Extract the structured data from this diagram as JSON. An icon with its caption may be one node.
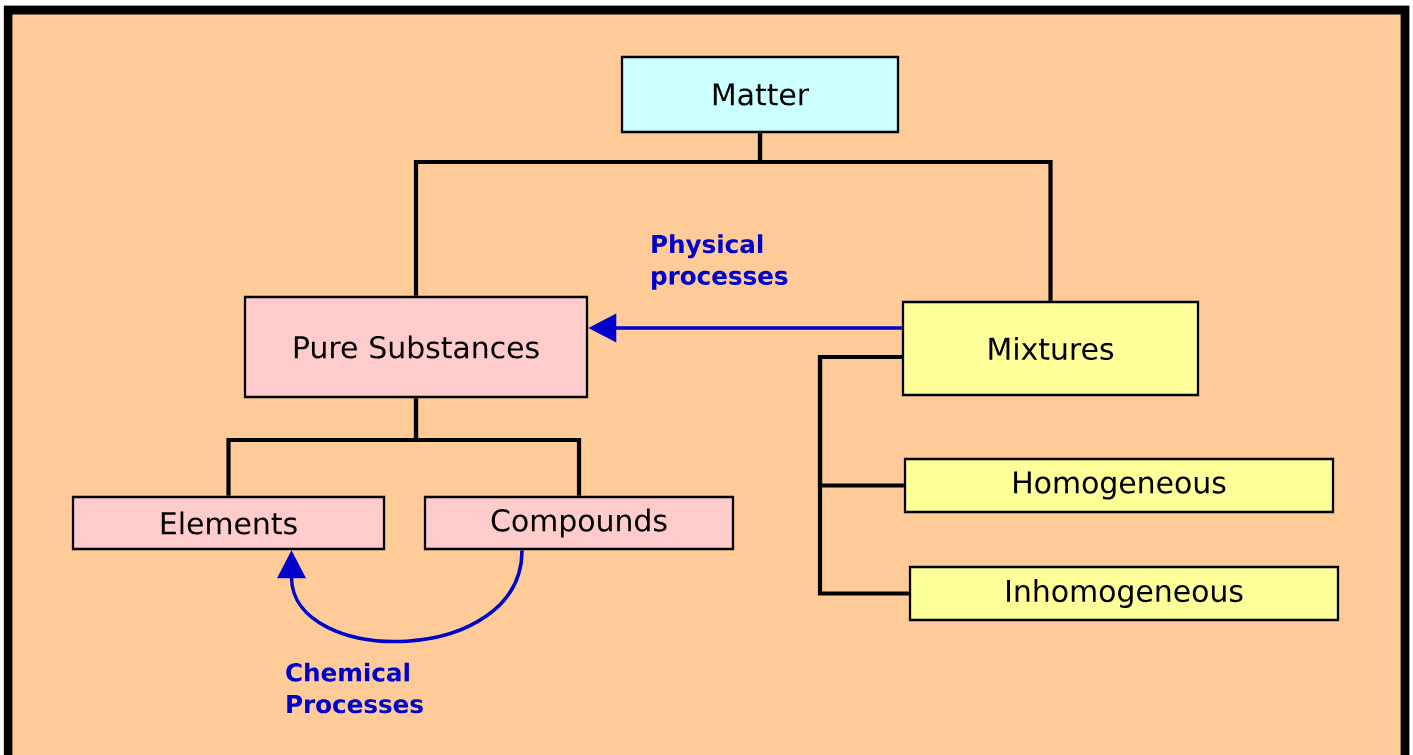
{
  "diagram": {
    "nodes": [
      {
        "text": [
          "Matter"
        ]
      },
      {
        "text": [
          "Pure Substances"
        ]
      },
      {
        "text": [
          "Mixtures"
        ]
      },
      {
        "text": [
          "Elements"
        ]
      },
      {
        "text": [
          "Compounds"
        ]
      },
      {
        "text": [
          "Homogeneous"
        ]
      },
      {
        "text": [
          "Inhomogeneous"
        ]
      }
    ],
    "edges": [
      {
        "from": 0,
        "to": 1,
        "arrow": "none"
      },
      {
        "from": 0,
        "to": 2,
        "arrow": "none"
      },
      {
        "from": 2,
        "to": 1,
        "arrow": "to",
        "label": "Physical processes",
        "color": "#0000cc"
      },
      {
        "from": 1,
        "to": 3,
        "arrow": "none"
      },
      {
        "from": 1,
        "to": 4,
        "arrow": "none"
      },
      {
        "from": 2,
        "to": 5,
        "arrow": "none"
      },
      {
        "from": 2,
        "to": 6,
        "arrow": "none"
      },
      {
        "from": 4,
        "to": 3,
        "arrow": "to",
        "label": "Chemical Processes",
        "color": "#0000cc"
      }
    ]
  }
}
